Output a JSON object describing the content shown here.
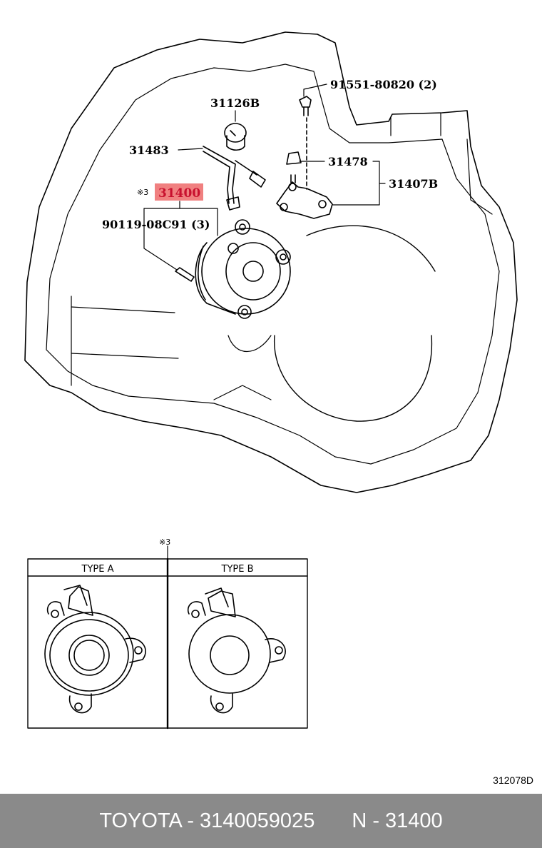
{
  "callouts": {
    "bolt_top": "91551-80820 (2)",
    "part_31126b": "31126B",
    "part_31483": "31483",
    "part_31478": "31478",
    "part_31407b": "31407B",
    "note_mark": "※3",
    "part_31400": "31400",
    "bolt_cylinder": "90119-08C91 (3)"
  },
  "highlight_color": "#f08080",
  "inset": {
    "note_mark": "※3",
    "type_a": "TYPE A",
    "type_b": "TYPE B"
  },
  "figure_code": "312078D",
  "footer": {
    "brand_part": "TOYOTA - 3140059025",
    "ref": "N - 31400",
    "background": "#8a8a8a"
  }
}
